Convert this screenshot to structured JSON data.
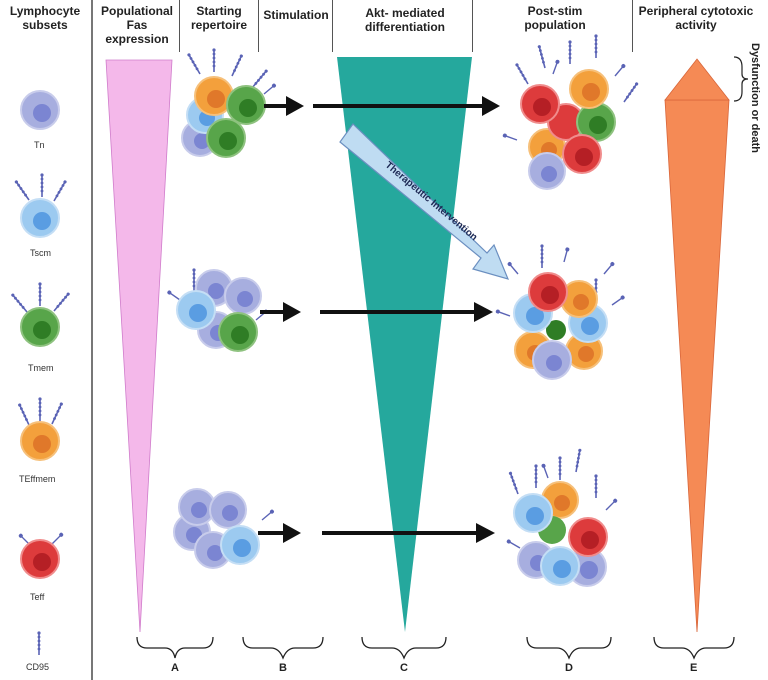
{
  "headers": {
    "lymphocyte_subsets": "Lymphocyte subsets",
    "populational_fas": "Populational Fas expression",
    "starting_repertoire": "Starting repertoire",
    "stimulation": "Stimulation",
    "akt_differentiation": "Akt- mediated differentiation",
    "post_stim": "Post-stim population",
    "peripheral_activity": "Peripheral cytotoxic activity",
    "dysfunction": "Dysfunction or death"
  },
  "legend": {
    "tn": "Tn",
    "tscm": "Tscm",
    "tmem": "Tmem",
    "teffmem": "TEffmem",
    "teff": "Teff",
    "cd95": "CD95"
  },
  "intervention_label": "Therapeutic Intervention",
  "panel_letters": [
    "A",
    "B",
    "C",
    "D",
    "E"
  ],
  "colors": {
    "fas_wedge": "#f4b8ea",
    "akt_wedge": "#25a89d",
    "cytotoxic_wedge": "#f58a55",
    "tn": "#a7aedf",
    "tscm": "#9ccaf0",
    "tmem": "#58a54a",
    "teffmem": "#f3a03c",
    "teff": "#dd3b3c",
    "arrow": "#111111",
    "intervention": "#bfdcf2"
  }
}
